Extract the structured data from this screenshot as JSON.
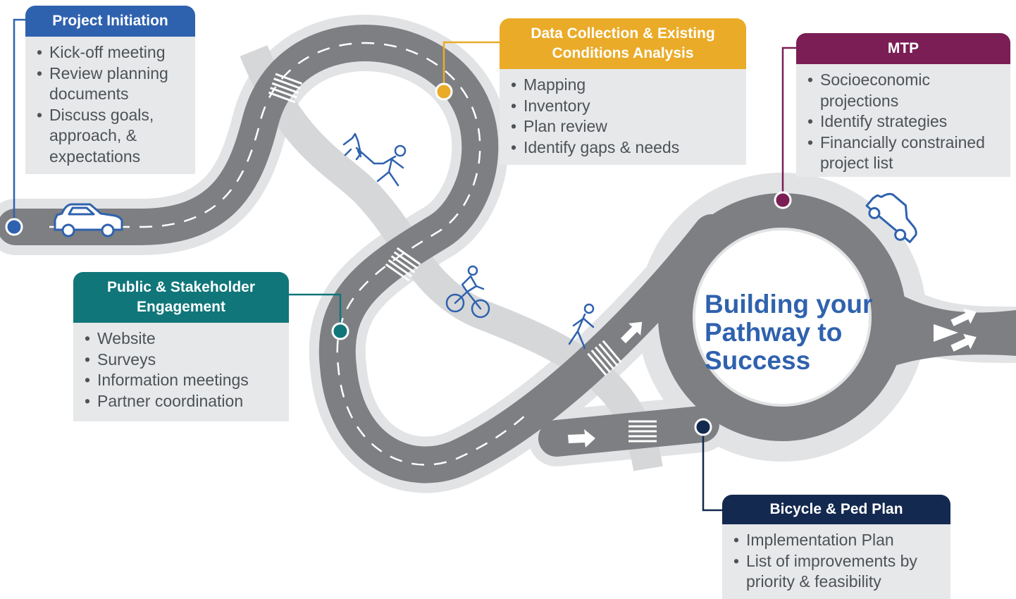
{
  "title": {
    "lines": [
      "Building your",
      "Pathway to",
      "Success"
    ]
  },
  "colors": {
    "road": "#7d7f82",
    "road_shadow": "#e2e3e5",
    "path": "#d6d7d9",
    "lane_marking": "#ffffff",
    "icon": "#2f62ae",
    "title": "#2f62ae",
    "card_body": "#e7e8ea"
  },
  "stages": [
    {
      "id": "project-initiation",
      "title": "Project Initiation",
      "color": "#2f62ae",
      "items": [
        "Kick-off meeting",
        "Review planning documents",
        "Discuss goals, approach, & expectations"
      ]
    },
    {
      "id": "data-collection",
      "title": "Data Collection & Existing Conditions Analysis",
      "color": "#eaab28",
      "items": [
        "Mapping",
        "Inventory",
        "Plan review",
        "Identify gaps & needs"
      ]
    },
    {
      "id": "mtp",
      "title": "MTP",
      "color": "#7a1e55",
      "items": [
        "Socioeconomic projections",
        "Identify strategies",
        "Financially constrained project list"
      ]
    },
    {
      "id": "public-engagement",
      "title": "Public & Stakeholder Engagement",
      "color": "#10767a",
      "items": [
        "Website",
        "Surveys",
        "Information meetings",
        "Partner coordination"
      ]
    },
    {
      "id": "bike-ped-plan",
      "title": "Bicycle & Ped Plan",
      "color": "#13294f",
      "items": [
        "Implementation Plan",
        "List of improvements by priority & feasibility"
      ]
    }
  ],
  "icons": [
    "car-icon",
    "car-icon",
    "dog-walker-icon",
    "cyclist-icon",
    "pedestrian-icon",
    "arrow-icon"
  ]
}
